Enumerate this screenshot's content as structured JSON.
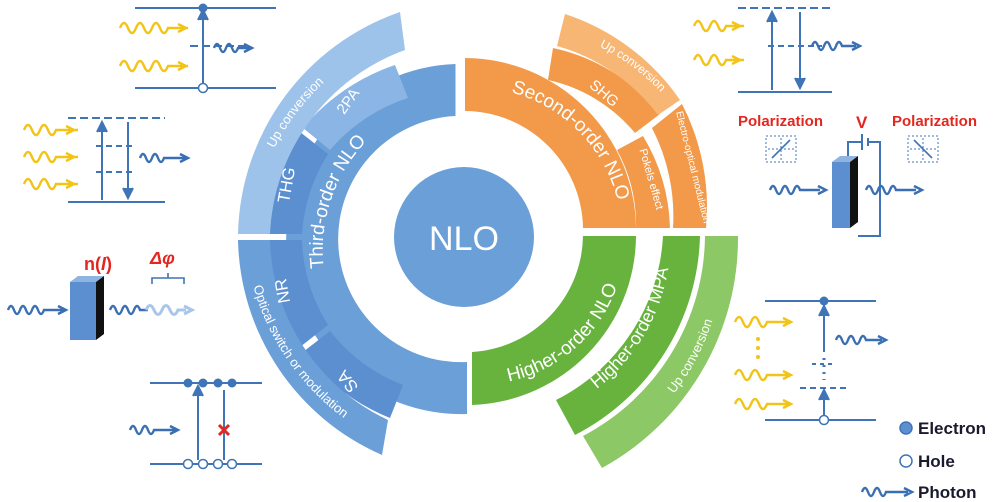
{
  "center_label": "NLO",
  "colors": {
    "blue_dark": "#5b8fcf",
    "blue_mid": "#6b9fd8",
    "blue_light": "#9ec3ea",
    "orange": "#f29a4a",
    "orange_light": "#f7b673",
    "green": "#67b33e",
    "green_light": "#8cc865",
    "level_line": "#3f74b6",
    "photon_yellow": "#f2c417",
    "photon_blue": "#3a6fb3",
    "accent_red": "#e3261f"
  },
  "third_order": {
    "ring_label": "Third-order NLO",
    "processes": [
      "2PA",
      "THG",
      "NR",
      "SA"
    ],
    "outer": [
      "Up conversion",
      "Optical switch or modulation"
    ]
  },
  "second_order": {
    "ring_label": "Second-order NLO",
    "processes": [
      "SHG",
      "Pokels effect",
      "Electro-optical modulation"
    ],
    "outer": [
      "Up conversion"
    ]
  },
  "higher_order": {
    "ring_label": "Higher-order NLO",
    "processes": [
      "Higher-order MPA"
    ],
    "outer": [
      "Up conversion"
    ]
  },
  "annotations": {
    "refractive_index_prefix": "n(",
    "refractive_index_var": "I",
    "refractive_index_suffix": ")",
    "phase_shift": "Δφ",
    "polarization_left": "Polarization",
    "polarization_right": "Polarization",
    "voltage": "V"
  },
  "legend": {
    "electron": "Electron",
    "hole": "Hole",
    "photon": "Photon"
  }
}
